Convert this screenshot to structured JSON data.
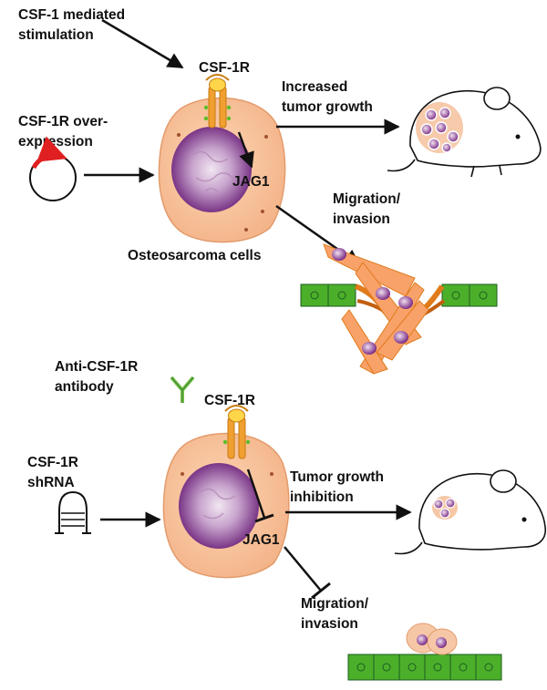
{
  "top_panel": {
    "stimulus_label_line1": "CSF-1 mediated",
    "stimulus_label_line2": "stimulation",
    "receptor_label": "CSF-1R",
    "overexpression_label_line1": "CSF-1R over-",
    "overexpression_label_line2": "expression",
    "target_label": "JAG1",
    "growth_label_line1": "Increased",
    "growth_label_line2": "tumor growth",
    "migration_label_line1": "Migration/",
    "migration_label_line2": "invasion",
    "cell_label": "Osteosarcoma cells"
  },
  "bottom_panel": {
    "antibody_label_line1": "Anti-CSF-1R",
    "antibody_label_line2": "antibody",
    "receptor_label": "CSF-1R",
    "shrna_label_line1": "CSF-1R",
    "shrna_label_line2": "shRNA",
    "target_label": "JAG1",
    "growth_label_line1": "Tumor growth",
    "growth_label_line2": "inhibition",
    "migration_label_line1": "Migration/",
    "migration_label_line2": "invasion"
  },
  "colors": {
    "cell_fill": "#f8c39a",
    "cell_stroke": "#e09a6a",
    "nucleus": "#7b2d86",
    "tumor": "#8b3a8f",
    "epithelium": "#4caf2a",
    "receptor": "#f0a030",
    "arrow": "#111111",
    "overexpression_arrow": "#e02020"
  }
}
